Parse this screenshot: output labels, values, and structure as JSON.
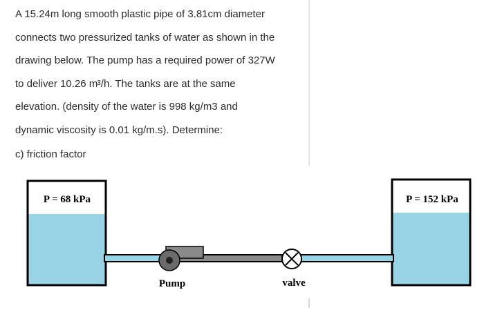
{
  "question": {
    "line1": "A 15.24m long smooth plastic pipe of 3.81cm diameter",
    "line2": "connects two pressurized tanks of water as shown in the",
    "line3": "drawing below. The pump has a required power of 327W",
    "line4_pre": "to deliver 10.26 m",
    "line4_sup": "3",
    "line4_post": "/h. The tanks are at the same",
    "line5": "elevation.  (density of the water is 998 kg/m3 and",
    "line6": "dynamic viscosity is 0.01 kg/m.s). Determine:",
    "part_c": "c) friction factor"
  },
  "diagram": {
    "left_tank_pressure": "P = 68 kPa",
    "right_tank_pressure": "P = 152 kPa",
    "pump_label": "Pump",
    "valve_label": "valve",
    "colors": {
      "water": "#99d3e6",
      "pipe_gray": "#8a8a8a",
      "pump_dark": "#6b6b6b",
      "outline": "#000000"
    }
  }
}
